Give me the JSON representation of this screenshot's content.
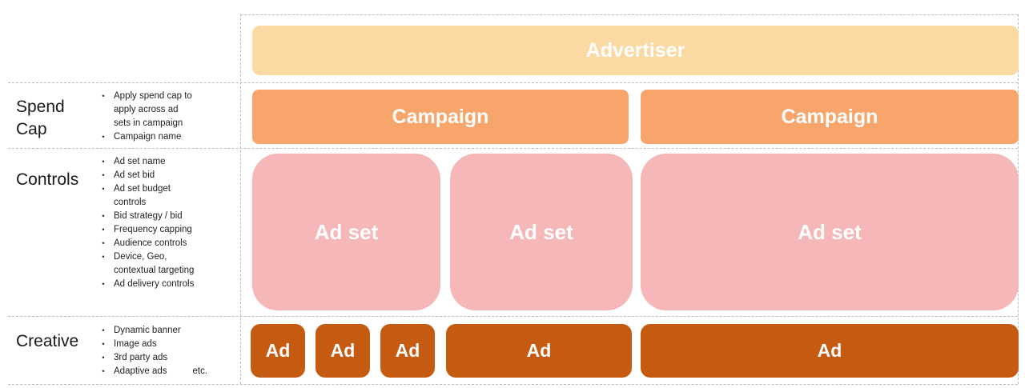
{
  "colors": {
    "advertiser": "#FAD9A2",
    "campaign": "#F7A56B",
    "adset": "#F5B7B8",
    "ad": "#C55A11",
    "divider": "#BDBDBD",
    "box_text": "#FFFFFF",
    "label_text": "#1A1A1A"
  },
  "left": {
    "spend_cap": {
      "title": "Spend Cap",
      "bullets": [
        "Apply spend cap to apply across ad sets in campaign",
        "Campaign name"
      ]
    },
    "controls": {
      "title": "Controls",
      "bullets": [
        "Ad set name",
        "Ad set bid",
        "Ad set budget controls",
        "Bid strategy / bid",
        "Frequency capping",
        "Audience controls",
        "Device, Geo, contextual targeting",
        "Ad delivery controls"
      ]
    },
    "creative": {
      "title": "Creative",
      "bullets": [
        "Dynamic banner",
        "Image ads",
        "3rd party ads",
        "Adaptive ads"
      ],
      "etc": "etc."
    }
  },
  "diagram": {
    "advertiser": {
      "label": "Advertiser"
    },
    "campaigns": [
      {
        "label": "Campaign"
      },
      {
        "label": "Campaign"
      }
    ],
    "adsets": [
      {
        "label": "Ad set"
      },
      {
        "label": "Ad set"
      },
      {
        "label": "Ad set"
      }
    ],
    "ads": [
      {
        "label": "Ad"
      },
      {
        "label": "Ad"
      },
      {
        "label": "Ad"
      },
      {
        "label": "Ad"
      },
      {
        "label": "Ad"
      }
    ]
  }
}
